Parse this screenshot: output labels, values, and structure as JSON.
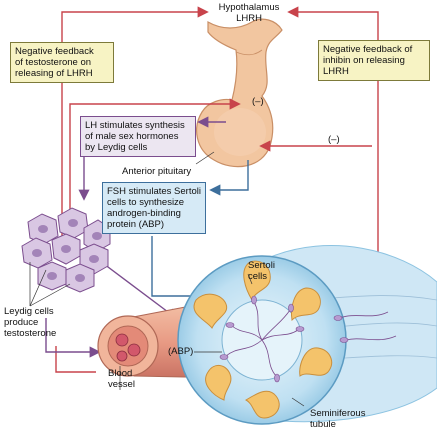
{
  "labels": {
    "hypothalamus": "Hypothalamus",
    "lhrh": "LHRH",
    "anterior_pituitary": "Anterior pituitary",
    "minus_pituitary": "(–)",
    "minus_right": "(–)",
    "leydig": "Leydig cells\nproduce\ntestosterone",
    "blood_vessel": "Blood\nvessel",
    "sertoli": "Sertoli\ncells",
    "abp": "(ABP)",
    "seminiferous": "Seminiferous\ntubule"
  },
  "boxes": {
    "neg_testosterone": "Negative feedback\nof testosterone on\nreleasing of LHRH",
    "neg_inhibin": "Negative feedback of\ninhibin on releasing\nLHRH",
    "lh": "LH stimulates synthesis\nof male sex hormones\nby Leydig cells",
    "fsh": "FSH stimulates Sertoli\ncells to synthesize\nandrogen-binding\nprotein (ABP)"
  },
  "colors": {
    "tissue": "#f2c6a0",
    "tissue_edge": "#c98f66",
    "feedback_arrow": "#c8434b",
    "lh_arrow": "#7b4d8e",
    "fsh_arrow": "#3d6f9c",
    "box_yellow": "#f7f3c4",
    "box_purple": "#ece6f1",
    "box_blue": "#d6eaf6",
    "cell_fill": "#d9c7e3",
    "tubule_fill": "#bfe0f2",
    "sertoli_fill": "#f4c36b"
  }
}
